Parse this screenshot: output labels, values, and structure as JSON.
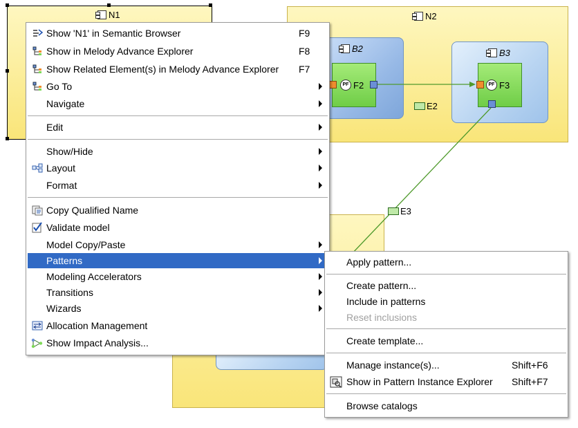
{
  "diagram": {
    "nodes": [
      {
        "id": "n1",
        "label": "N1"
      },
      {
        "id": "n2",
        "label": "N2"
      }
    ],
    "behaviors": [
      {
        "id": "b2",
        "label": "B2"
      },
      {
        "id": "b3",
        "label": "B3"
      }
    ],
    "functions": [
      {
        "id": "f2",
        "label": "F2"
      },
      {
        "id": "f3",
        "label": "F3"
      }
    ],
    "exchanges": [
      {
        "id": "e2",
        "label": "E2"
      },
      {
        "id": "e3",
        "label": "E3"
      }
    ],
    "colors": {
      "node_fill": "#fbeb8a",
      "behavior_fill": "#97b9e6",
      "function_fill": "#7ed957",
      "exchange_line": "#4f9a2c",
      "in_port": "#f08d2e",
      "out_port": "#6b8fd6"
    }
  },
  "context_menu": {
    "highlight_color": "#316ac5",
    "items": [
      {
        "label": "Show 'N1' in Semantic Browser",
        "shortcut": "F9",
        "icon": "semantic-browser-icon"
      },
      {
        "label": "Show in Melody Advance Explorer",
        "shortcut": "F8",
        "icon": "explorer-tree-icon"
      },
      {
        "label": "Show Related Element(s) in Melody Advance Explorer",
        "shortcut": "F7",
        "icon": "explorer-tree-icon"
      },
      {
        "label": "Go To",
        "icon": "explorer-tree-icon"
      },
      {
        "label": "Navigate"
      },
      {
        "label": "Edit"
      },
      {
        "label": "Show/Hide"
      },
      {
        "label": "Layout",
        "icon": "layout-icon"
      },
      {
        "label": "Format"
      },
      {
        "label": "Copy Qualified Name",
        "icon": "copy-name-icon"
      },
      {
        "label": "Validate model",
        "icon": "validate-check-icon"
      },
      {
        "label": "Model Copy/Paste"
      },
      {
        "label": "Patterns"
      },
      {
        "label": "Modeling Accelerators"
      },
      {
        "label": "Transitions"
      },
      {
        "label": "Wizards"
      },
      {
        "label": "Allocation Management",
        "icon": "allocation-icon"
      },
      {
        "label": "Show Impact Analysis...",
        "icon": "impact-analysis-icon"
      }
    ]
  },
  "patterns_submenu": {
    "items": [
      {
        "label": "Apply pattern..."
      },
      {
        "label": "Create pattern..."
      },
      {
        "label": "Include in patterns"
      },
      {
        "label": "Reset inclusions"
      },
      {
        "label": "Create template..."
      },
      {
        "label": "Manage instance(s)...",
        "shortcut": "Shift+F6"
      },
      {
        "label": "Show in Pattern Instance Explorer",
        "shortcut": "Shift+F7",
        "icon": "pattern-explorer-icon"
      },
      {
        "label": "Browse catalogs"
      }
    ]
  }
}
